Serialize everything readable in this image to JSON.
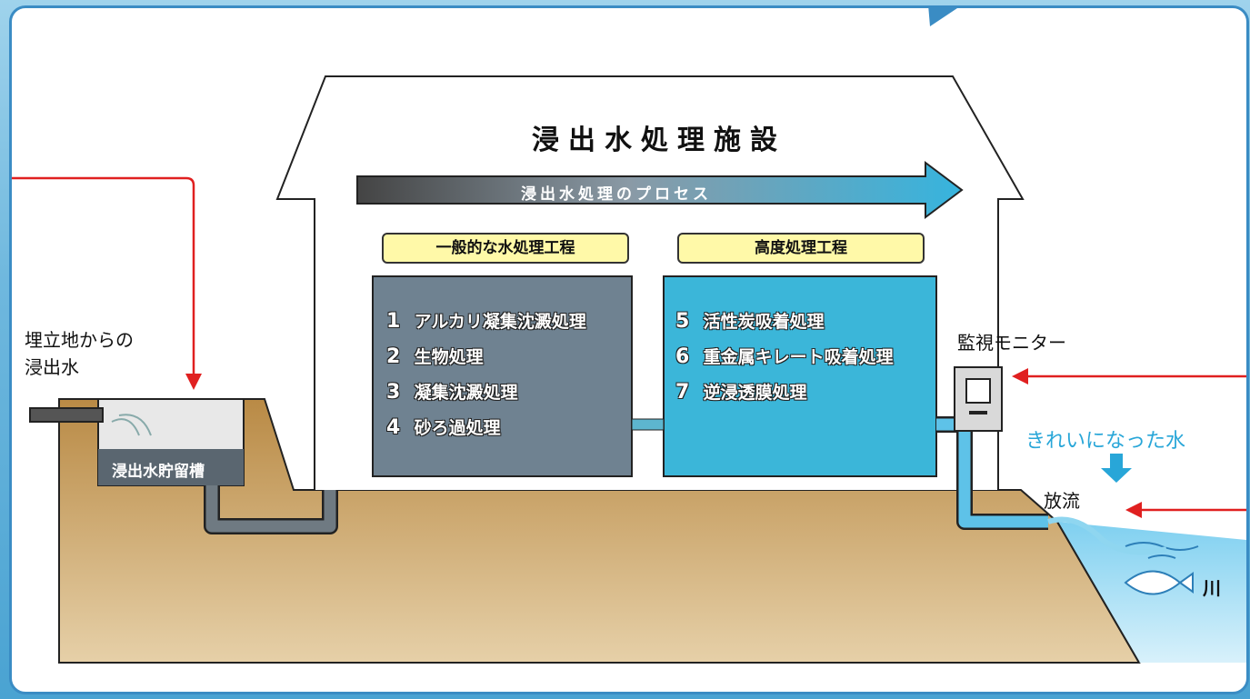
{
  "facility": {
    "title": "浸出水処理施設",
    "process_label": "浸出水処理のプロセス"
  },
  "stages": [
    {
      "label": "一般的な水処理工程",
      "steps": [
        {
          "num": "1",
          "text": "アルカリ凝集沈澱処理"
        },
        {
          "num": "2",
          "text": "生物処理"
        },
        {
          "num": "3",
          "text": "凝集沈澱処理"
        },
        {
          "num": "4",
          "text": "砂ろ過処理"
        }
      ]
    },
    {
      "label": "高度処理工程",
      "steps": [
        {
          "num": "5",
          "text": "活性炭吸着処理"
        },
        {
          "num": "6",
          "text": "重金属キレート吸着処理"
        },
        {
          "num": "7",
          "text": "逆浸透膜処理"
        }
      ]
    }
  ],
  "left": {
    "source_line1": "埋立地からの",
    "source_line2": "浸出水",
    "tank_label": "浸出水貯留槽"
  },
  "right": {
    "monitor_label": "監視モニター",
    "clean_water_label": "きれいになった水",
    "discharge_label": "放流",
    "river_label": "川"
  },
  "colors": {
    "stage1_box": "#6f8291",
    "stage2_box": "#3bb6d9",
    "ground": "#c79a5a",
    "arrow_red": "#e02020",
    "water": "#5ec2e8"
  }
}
